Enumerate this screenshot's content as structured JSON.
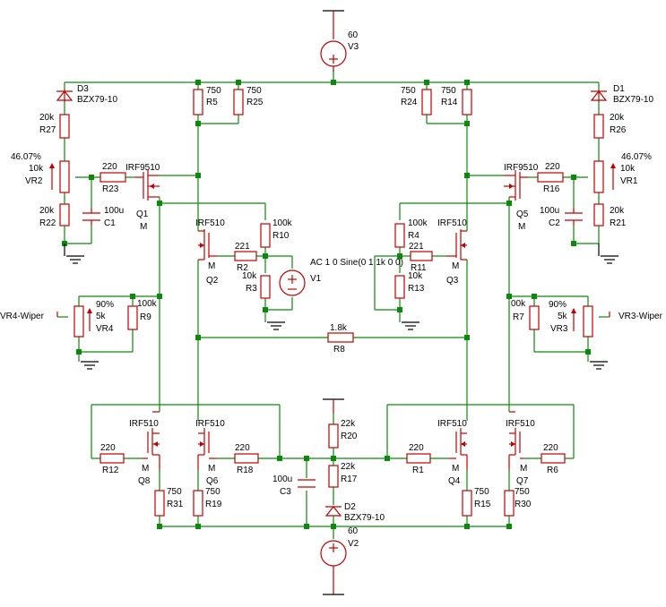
{
  "supplies": {
    "v3": {
      "ref": "V3",
      "value": "60"
    },
    "v2": {
      "ref": "V2",
      "value": "60"
    },
    "v1": {
      "ref": "V1",
      "value": "AC 1 0 Sine(0 1 1k 0 0)"
    }
  },
  "diodes": {
    "d3": {
      "ref": "D3",
      "part": "BZX79-10"
    },
    "d1": {
      "ref": "D1",
      "part": "BZX79-10"
    },
    "d2": {
      "ref": "D2",
      "part": "BZX79-10"
    }
  },
  "resistors": {
    "r27": {
      "ref": "R27",
      "value": "20k"
    },
    "r22": {
      "ref": "R22",
      "value": "20k"
    },
    "r23": {
      "ref": "R23",
      "value": "220"
    },
    "r5": {
      "ref": "R5",
      "value": "750"
    },
    "r25": {
      "ref": "R25",
      "value": "750"
    },
    "r24": {
      "ref": "R24",
      "value": "750"
    },
    "r14": {
      "ref": "R14",
      "value": "750"
    },
    "r26": {
      "ref": "R26",
      "value": "20k"
    },
    "r21": {
      "ref": "R21",
      "value": "20k"
    },
    "r16": {
      "ref": "R16",
      "value": "220"
    },
    "r10": {
      "ref": "R10",
      "value": "100k"
    },
    "r2": {
      "ref": "R2",
      "value": "221"
    },
    "r3": {
      "ref": "R3",
      "value": "10k"
    },
    "r4": {
      "ref": "R4",
      "value": "100k"
    },
    "r11": {
      "ref": "R11",
      "value": "221"
    },
    "r13": {
      "ref": "R13",
      "value": "10k"
    },
    "r9": {
      "ref": "R9",
      "value": "100k"
    },
    "r7": {
      "ref": "R7",
      "value": "00k"
    },
    "r8": {
      "ref": "R8",
      "value": "1.8k"
    },
    "r20": {
      "ref": "R20",
      "value": "22k"
    },
    "r17": {
      "ref": "R17",
      "value": "22k"
    },
    "r12": {
      "ref": "R12",
      "value": "220"
    },
    "r18": {
      "ref": "R18",
      "value": "220"
    },
    "r1": {
      "ref": "R1",
      "value": "220"
    },
    "r6": {
      "ref": "R6",
      "value": "220"
    },
    "r31": {
      "ref": "R31",
      "value": "750"
    },
    "r19": {
      "ref": "R19",
      "value": "750"
    },
    "r15": {
      "ref": "R15",
      "value": "750"
    },
    "r30": {
      "ref": "R30",
      "value": "750"
    }
  },
  "pots": {
    "vr2": {
      "ref": "VR2",
      "value": "10k",
      "setting": "46.07%"
    },
    "vr1": {
      "ref": "VR1",
      "value": "10k",
      "setting": "46.07%"
    },
    "vr4": {
      "ref": "VR4",
      "value": "5k",
      "setting": "90%",
      "net": "VR4-Wiper"
    },
    "vr3": {
      "ref": "VR3",
      "value": "5k",
      "setting": "90%",
      "net": "VR3-Wiper"
    }
  },
  "capacitors": {
    "c1": {
      "ref": "C1",
      "value": "100u"
    },
    "c2": {
      "ref": "C2",
      "value": "100u"
    },
    "c3": {
      "ref": "C3",
      "value": "100u"
    }
  },
  "mosfets": {
    "q1": {
      "ref": "Q1",
      "part": "IRF9510",
      "model": "M"
    },
    "q5": {
      "ref": "Q5",
      "part": "IRF9510",
      "model": "M"
    },
    "q2": {
      "ref": "Q2",
      "part": "IRF510",
      "model": "M"
    },
    "q3": {
      "ref": "Q3",
      "part": "IRF510",
      "model": "M"
    },
    "q8": {
      "ref": "Q8",
      "part": "IRF510",
      "model": "M"
    },
    "q6": {
      "ref": "Q6",
      "part": "IRF510",
      "model": "M"
    },
    "q4": {
      "ref": "Q4",
      "part": "IRF510",
      "model": "M"
    },
    "q7": {
      "ref": "Q7",
      "part": "IRF510",
      "model": "M"
    }
  }
}
